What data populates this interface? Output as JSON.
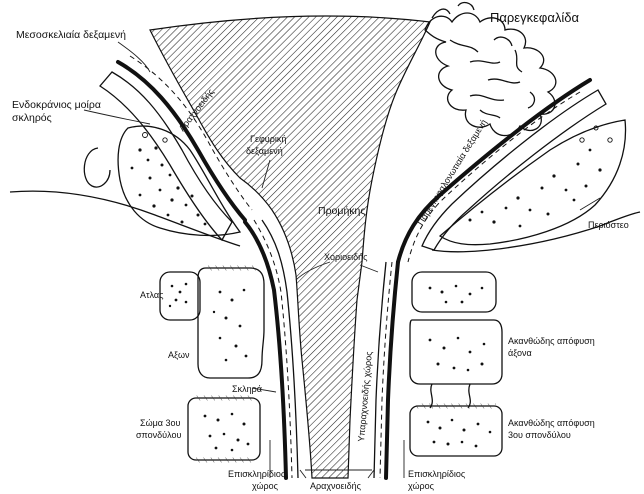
{
  "labels": {
    "mesoskeliaia": "Μεσοσκελιαία δεξαμενή",
    "paregkefalida": "Παρεγκεφαλίδα",
    "endokranios_line1": "Ενδοκράνιος μοίρα",
    "endokranios_line2": "σκληρός",
    "arachnoeidis": "Αραχνοειδής",
    "gefyriki_line1": "Γεφυρική",
    "gefyriki_line2": "δεξαμενή",
    "promikis": "Προμήκης",
    "paregkefalonotiaia": "Παρεγκεφαλονωτιαία δεξαμενή",
    "periosteo": "Περιόστεο",
    "atlas": "Ατλας",
    "axon": "Αξων",
    "choroeidis": "Χοριοειδής",
    "sklira": "Σκληρά",
    "soma_line1": "Σώμα 3ου",
    "soma_line2": "σπονδύλου",
    "episklirid_left_line1": "Επισκληρίδιος",
    "episklirid_left_line2": "χώρος",
    "episklirid_right_line1": "Επισκληρίδιος",
    "episklirid_right_line2": "χώρος",
    "arachnoeidis_bottom": "Αραχνοειδής",
    "ypoaraxnoeidis": "Υπαραχνοειδής χώρος",
    "akanthodis_axona_line1": "Ακανθώδης απόφυση",
    "akanthodis_axona_line2": "άξονα",
    "akanthodis_3_line1": "Ακανθώδης απόφυση",
    "akanthodis_3_line2": "3ου σπονδύλου"
  }
}
